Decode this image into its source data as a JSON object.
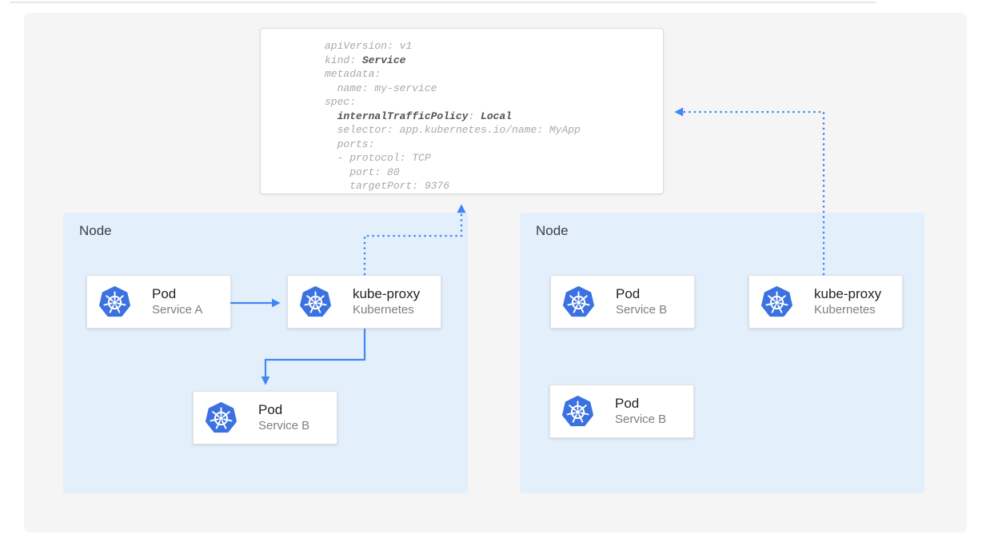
{
  "colors": {
    "accent": "#4285f4",
    "k8s_blue": "#3b71e0",
    "node_bg": "#e3f0fc",
    "panel": "#f5f5f6",
    "yaml_normal": "#a9a9a9",
    "yaml_bold": "#555555",
    "title": "#212327",
    "subtitle": "#7b8086",
    "node_label": "#3c4043"
  },
  "yaml_card": {
    "lines": [
      [
        {
          "t": "apiVersion: v1"
        }
      ],
      [
        {
          "t": "kind: "
        },
        {
          "t": "Service",
          "b": true
        }
      ],
      [
        {
          "t": "metadata:"
        }
      ],
      [
        {
          "t": "  name: my-service"
        }
      ],
      [
        {
          "t": "spec:"
        }
      ],
      [
        {
          "t": "  "
        },
        {
          "t": "internalTrafficPolicy",
          "b": true
        },
        {
          "t": ": "
        },
        {
          "t": "Local",
          "b": true
        }
      ],
      [
        {
          "t": "  selector: app.kubernetes.io/name: MyApp"
        }
      ],
      [
        {
          "t": "  ports:"
        }
      ],
      [
        {
          "t": "  - protocol: TCP"
        }
      ],
      [
        {
          "t": "    port: 80"
        }
      ],
      [
        {
          "t": "    targetPort: 9376"
        }
      ]
    ]
  },
  "nodes": [
    {
      "label": "Node",
      "cards": [
        {
          "title": "Pod",
          "subtitle": "Service A",
          "icon": "kubernetes-logo"
        },
        {
          "title": "kube-proxy",
          "subtitle": "Kubernetes",
          "icon": "kubernetes-logo"
        },
        {
          "title": "Pod",
          "subtitle": "Service B",
          "icon": "kubernetes-logo"
        }
      ]
    },
    {
      "label": "Node",
      "cards": [
        {
          "title": "Pod",
          "subtitle": "Service B",
          "icon": "kubernetes-logo"
        },
        {
          "title": "kube-proxy",
          "subtitle": "Kubernetes",
          "icon": "kubernetes-logo"
        },
        {
          "title": "Pod",
          "subtitle": "Service B",
          "icon": "kubernetes-logo"
        }
      ]
    }
  ],
  "connectors": [
    {
      "name": "pod-service-a-to-kube-proxy",
      "style": "solid-arrow"
    },
    {
      "name": "kube-proxy-to-pod-service-b",
      "style": "solid-arrow"
    },
    {
      "name": "kube-proxy-left-to-service-yaml",
      "style": "dotted-arrow"
    },
    {
      "name": "service-yaml-to-kube-proxy-right",
      "style": "dotted-arrow"
    }
  ]
}
